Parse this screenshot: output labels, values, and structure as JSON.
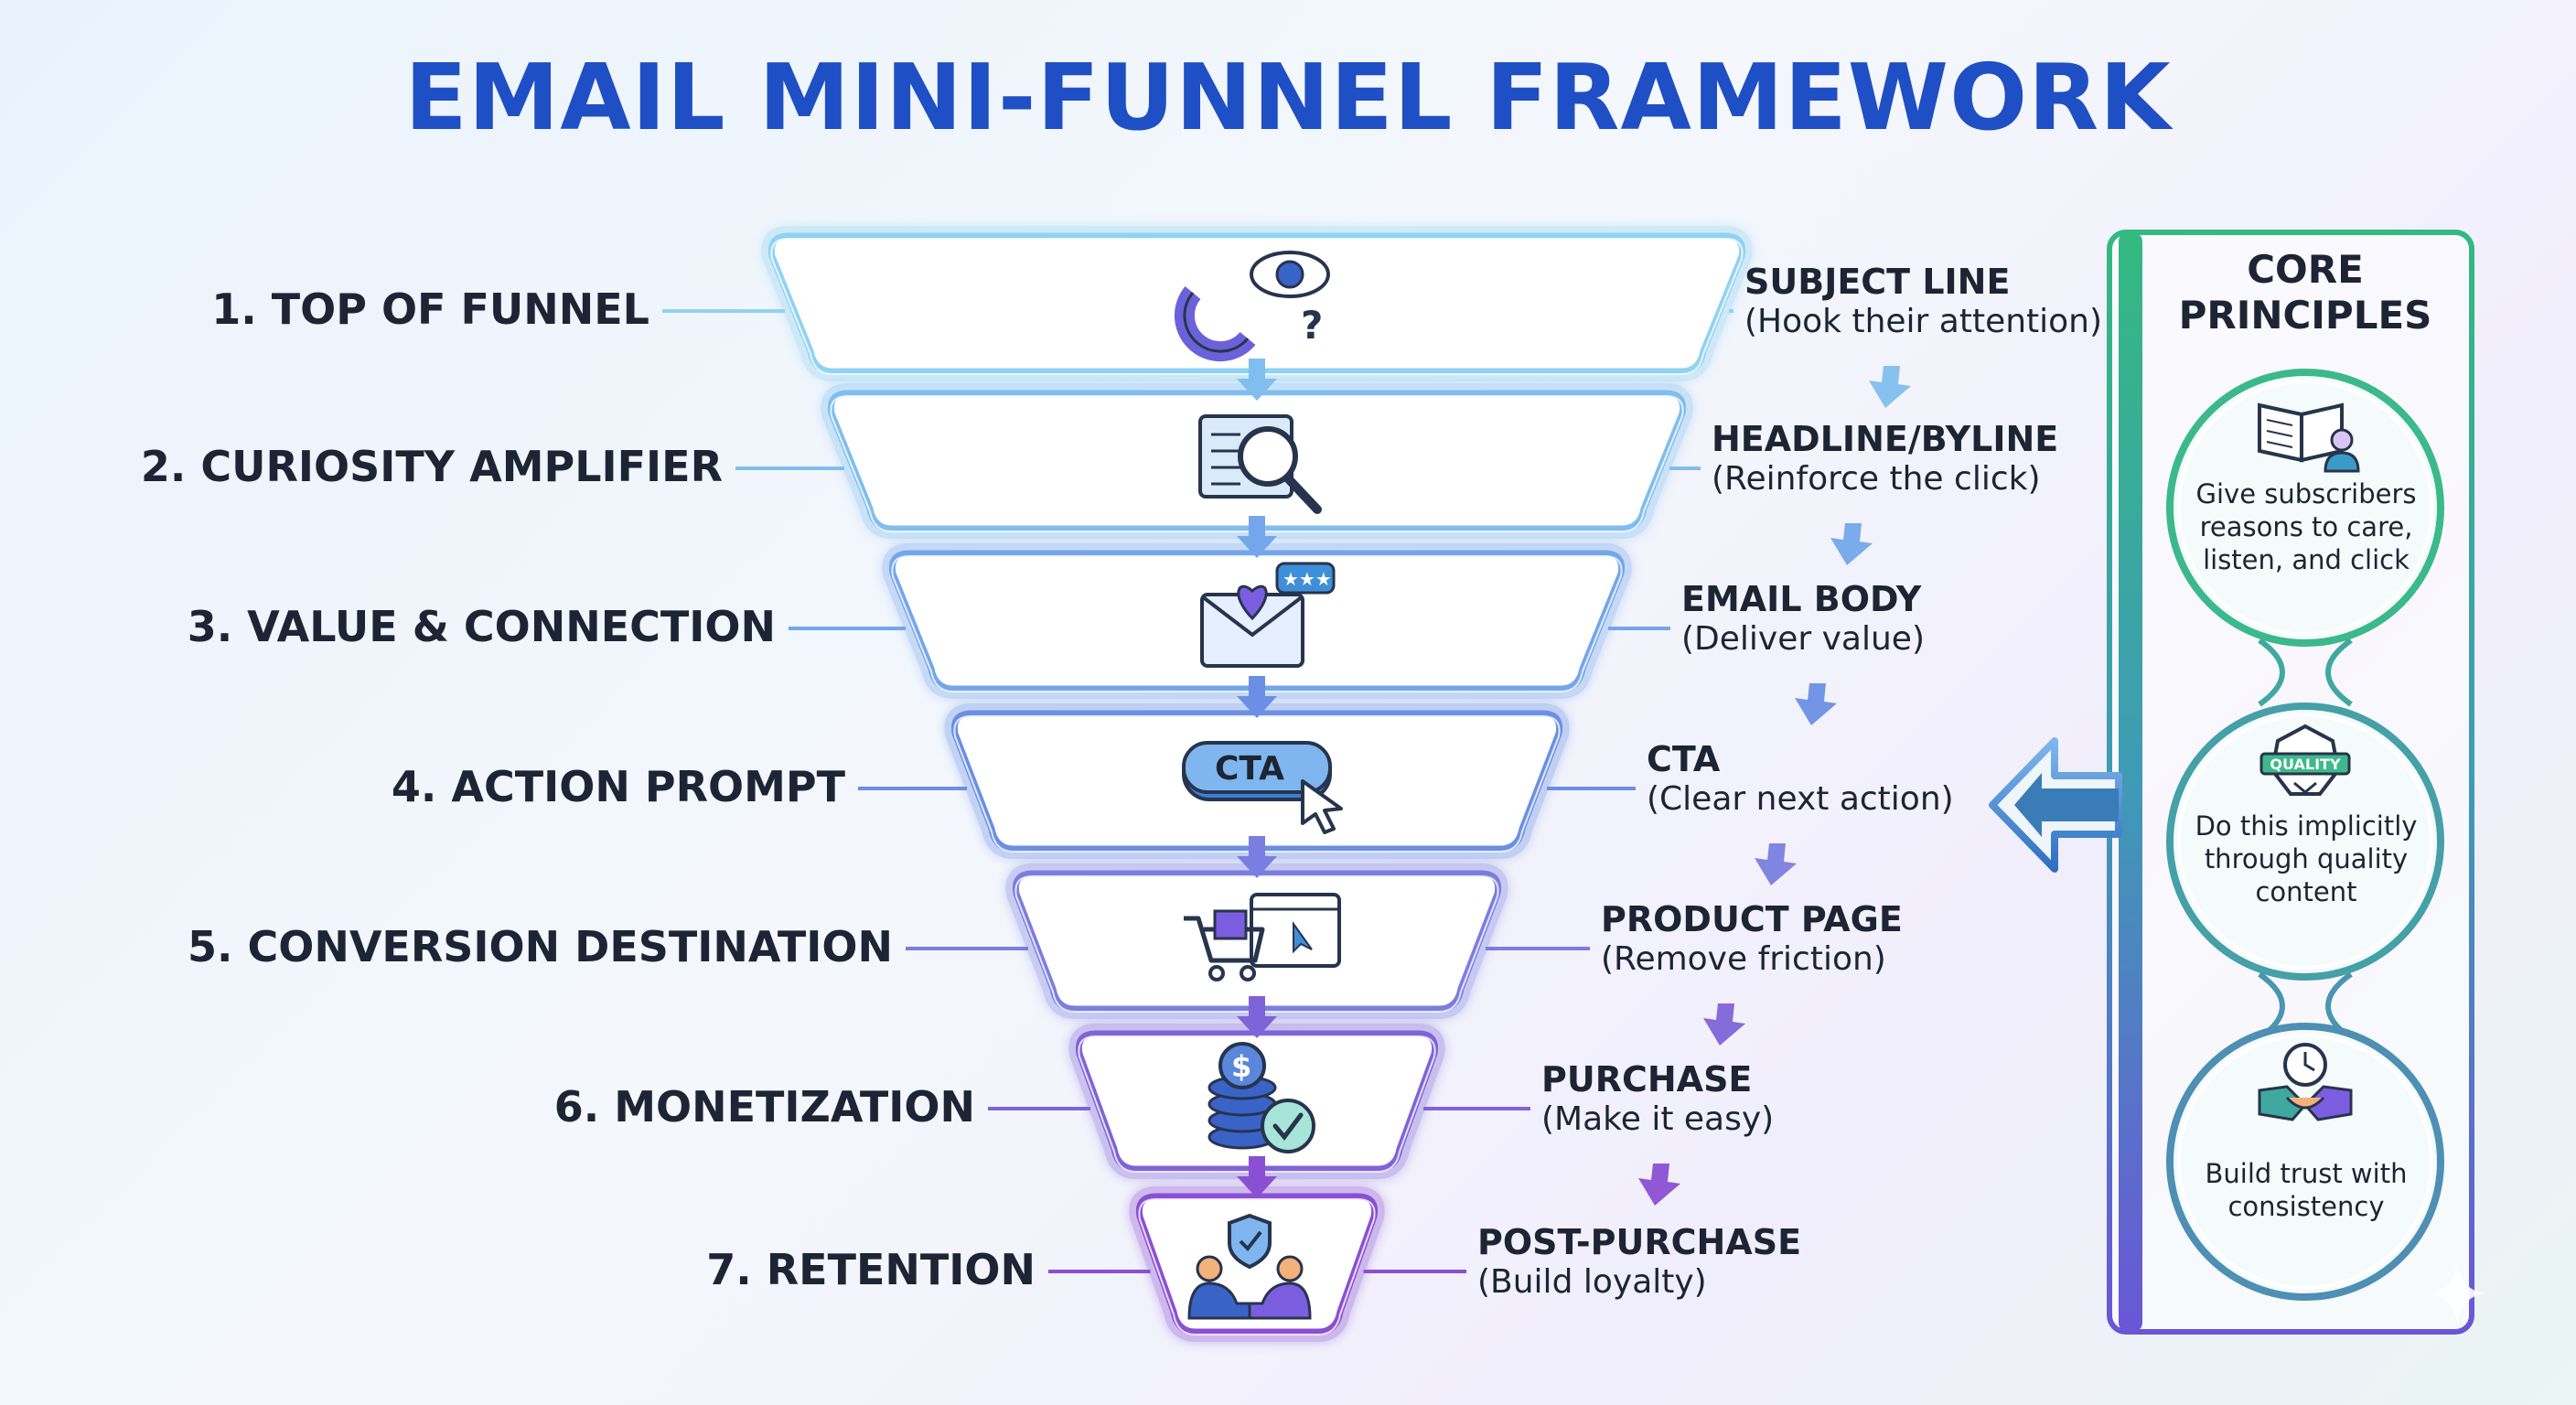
{
  "title": "EMAIL MINI-FUNNEL FRAMEWORK",
  "stages": [
    {
      "label": "1. TOP OF FUNNEL",
      "element": "SUBJECT LINE",
      "sub": "(Hook their attention)",
      "icon": "magnet-eye-icon"
    },
    {
      "label": "2. CURIOSITY AMPLIFIER",
      "element": "HEADLINE/BYLINE",
      "sub": "(Reinforce the click)",
      "icon": "newspaper-magnifier-icon"
    },
    {
      "label": "3. VALUE & CONNECTION",
      "element": "EMAIL BODY",
      "sub": "(Deliver value)",
      "icon": "envelope-heart-icon"
    },
    {
      "label": "4. ACTION PROMPT",
      "element": "CTA",
      "sub": "(Clear next action)",
      "icon": "cta-button-icon"
    },
    {
      "label": "5. CONVERSION DESTINATION",
      "element": "PRODUCT PAGE",
      "sub": "(Remove friction)",
      "icon": "cart-browser-icon"
    },
    {
      "label": "6. MONETIZATION",
      "element": "PURCHASE",
      "sub": "(Make it easy)",
      "icon": "coins-check-icon"
    },
    {
      "label": "7. RETENTION",
      "element": "POST-PURCHASE",
      "sub": "(Build loyalty)",
      "icon": "shield-handshake-icon"
    }
  ],
  "cta_icon_text": "CTA",
  "quality_badge_text": "QUALITY",
  "core_principles": {
    "title_line1": "CORE",
    "title_line2": "PRINCIPLES",
    "items": [
      {
        "text": "Give subscribers reasons to care, listen, and click",
        "icon": "open-book-reader-icon"
      },
      {
        "text": "Do this implicitly through quality content",
        "icon": "quality-badge-icon"
      },
      {
        "text": "Build trust with consistency",
        "icon": "clock-handshake-icon"
      }
    ]
  },
  "colors": {
    "title": "#1f4fc4",
    "tier_strokes": [
      "#8fd3f3",
      "#7fbeee",
      "#73a6ea",
      "#6b8fe4",
      "#7a7ee0",
      "#7f63d8",
      "#8b4fd3"
    ],
    "panel_top": "#2fb47a",
    "panel_bottom": "#6b57d6"
  }
}
